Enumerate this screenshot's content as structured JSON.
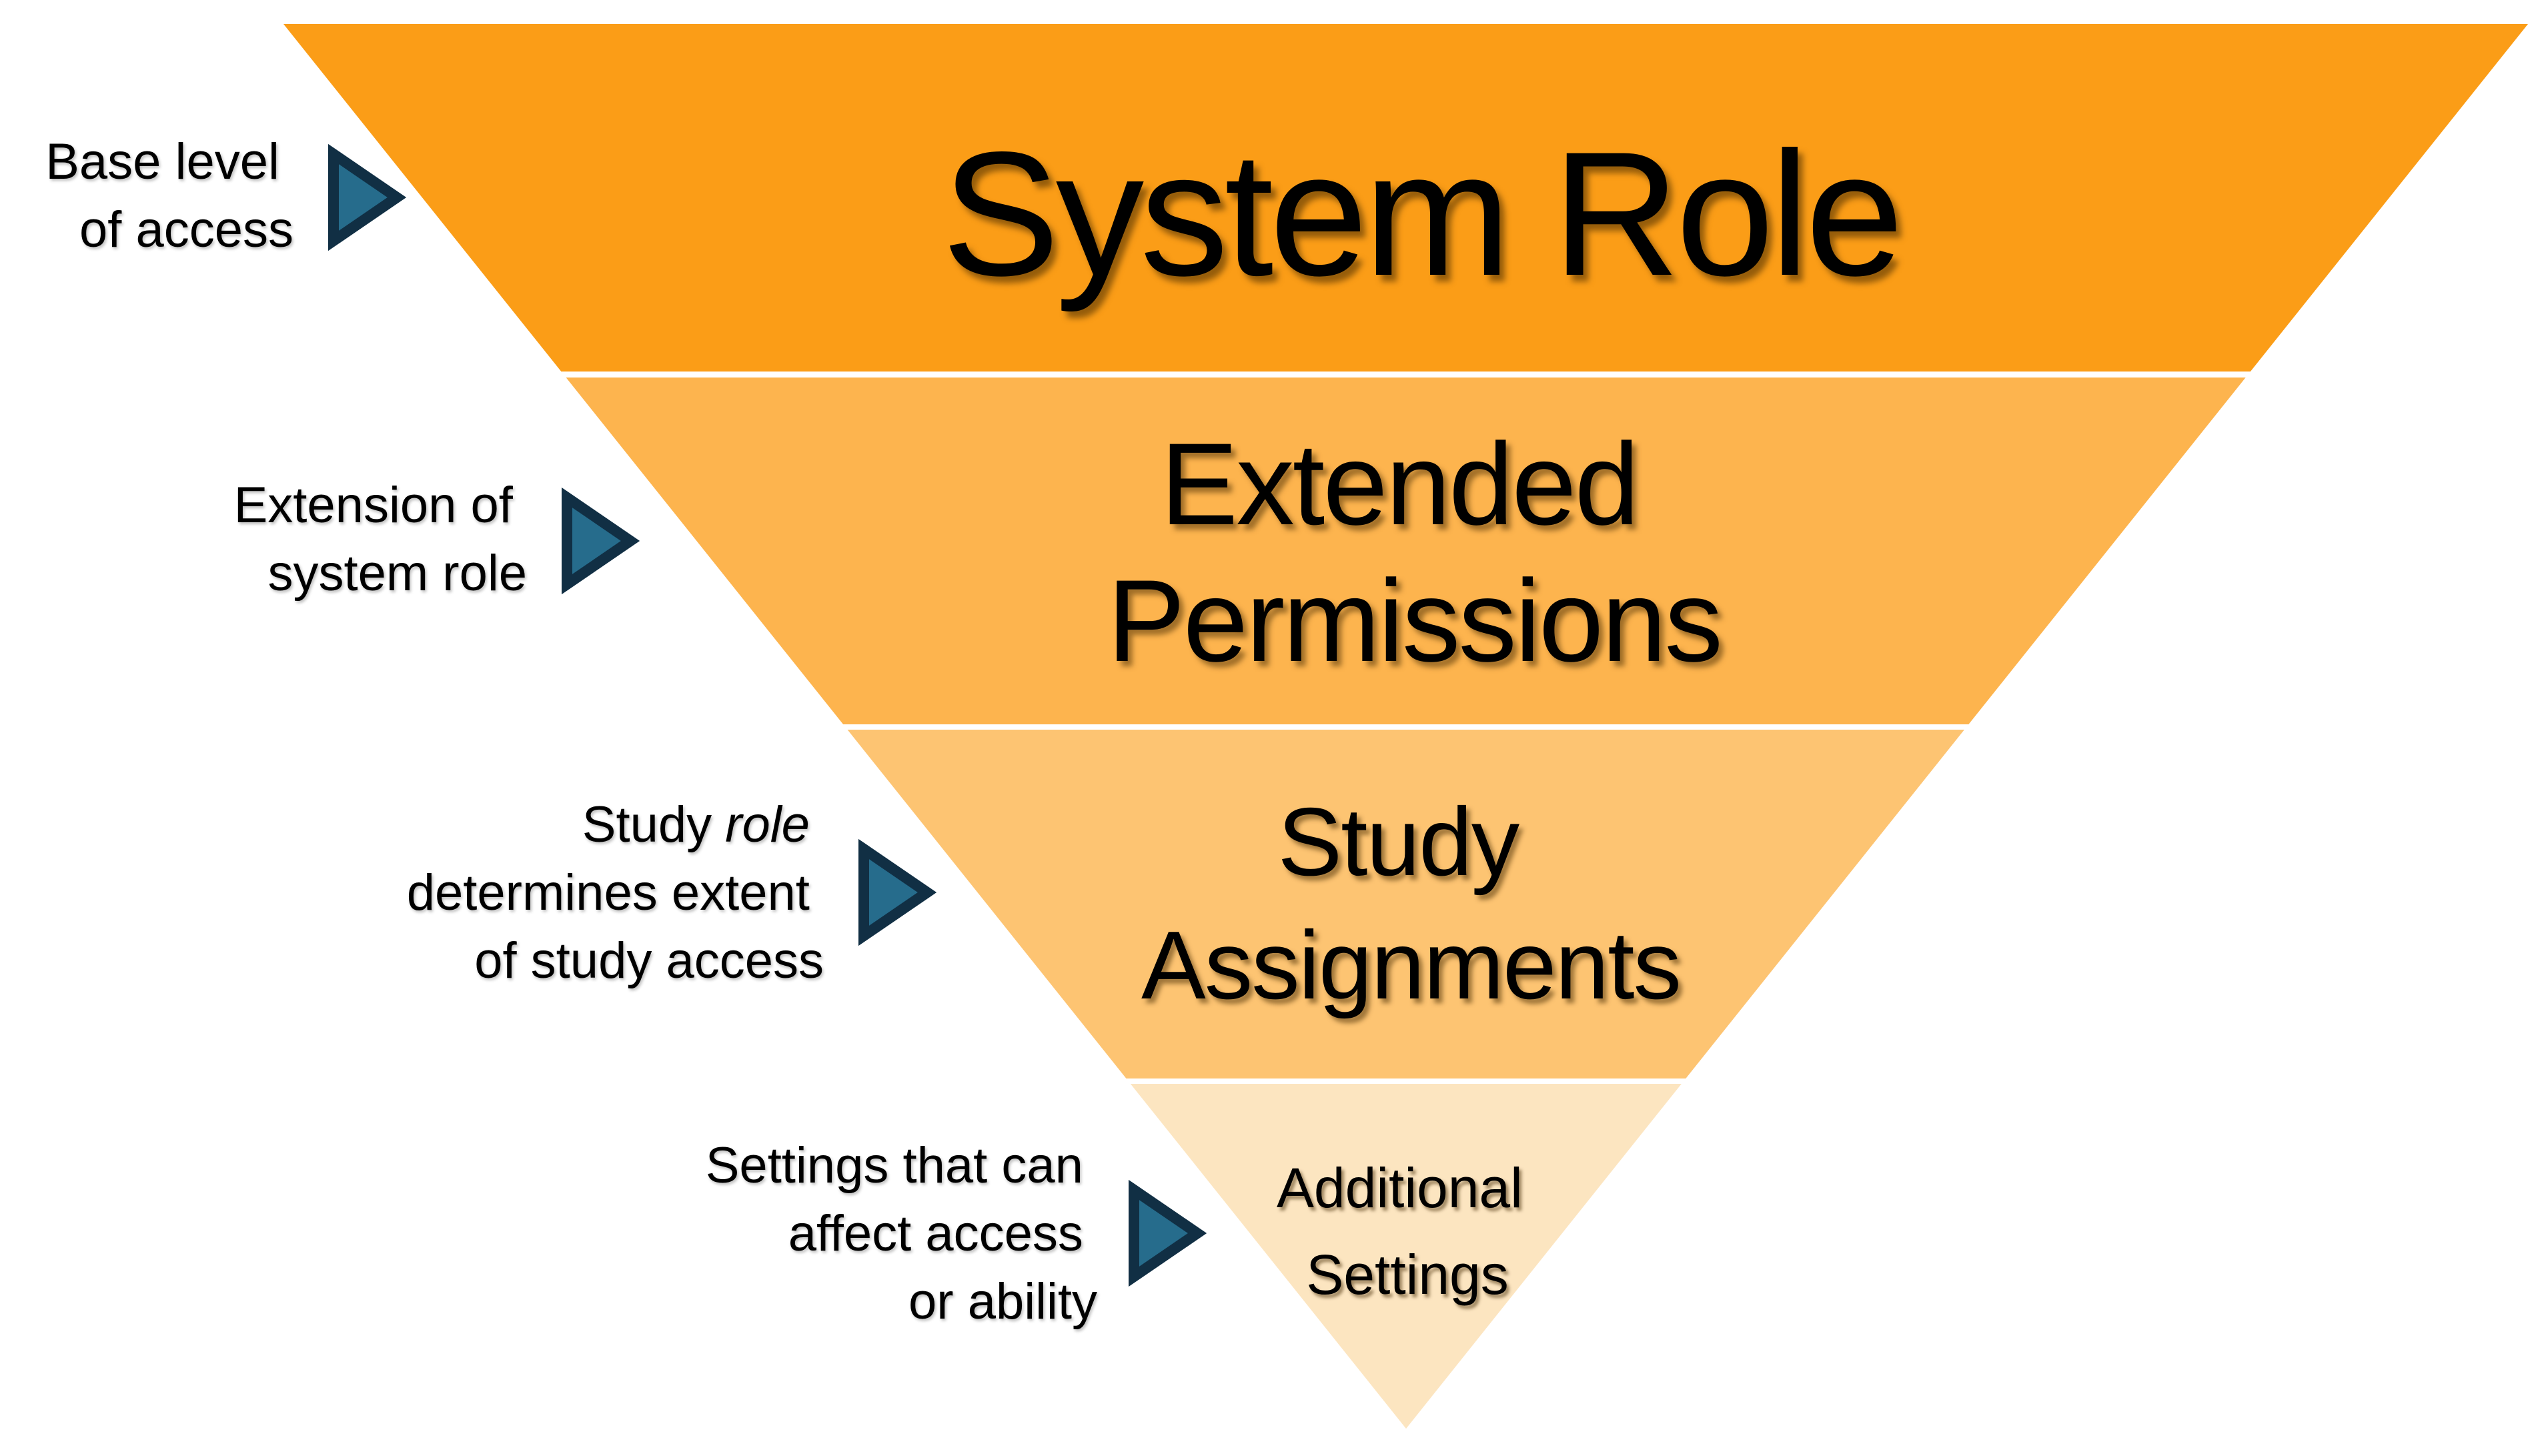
{
  "funnel": {
    "background": "#ffffff",
    "levels": [
      {
        "label": "System Role",
        "color": "#FB9D17"
      },
      {
        "line1": "Extended",
        "line2": "Permissions",
        "color": "#FDB44E"
      },
      {
        "line1": "Study",
        "line2": "Assignments",
        "color": "#FDC472"
      },
      {
        "line1": "Additional",
        "line2": "Settings",
        "color": "#FCE5C0"
      }
    ],
    "annotations": [
      {
        "line1": "Base level",
        "line2": "of access"
      },
      {
        "line1": "Extension of",
        "line2": "system role"
      },
      {
        "line1_normal": "Study",
        "line1_italic": "role",
        "line2": "determines extent",
        "line3": "of study access"
      },
      {
        "line1": "Settings that can",
        "line2": "affect access",
        "line3": "or ability"
      }
    ],
    "arrow": {
      "fill": "#266C8C",
      "stroke": "#112F44"
    }
  }
}
